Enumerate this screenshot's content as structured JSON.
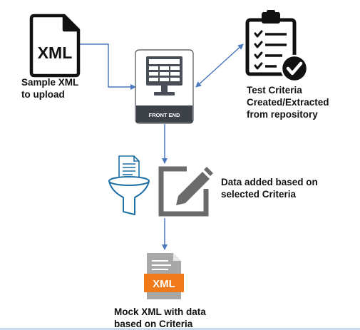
{
  "nodes": {
    "sample_xml": {
      "icon_text": "XML",
      "label_line1": "Sample XML",
      "label_line2": "to upload"
    },
    "front_end": {
      "caption": "FRONT END"
    },
    "test_criteria": {
      "label_line1": "Test Criteria",
      "label_line2": "Created/Extracted",
      "label_line3": "from repository"
    },
    "data_added": {
      "label_line1": "Data added based on",
      "label_line2": "selected Criteria"
    },
    "mock_xml": {
      "icon_text": "XML",
      "label_line1": "Mock XML with data",
      "label_line2": "based on Criteria"
    }
  },
  "colors": {
    "arrow": "#4a78be",
    "monitor": "#4a4f57",
    "front_end_bar": "#3d4148",
    "xml_orange": "#f07a1a",
    "xml_doc_gray": "#9e9e9e",
    "funnel_blue": "#1d6fa5",
    "edit_gray": "#6b6b6b"
  }
}
